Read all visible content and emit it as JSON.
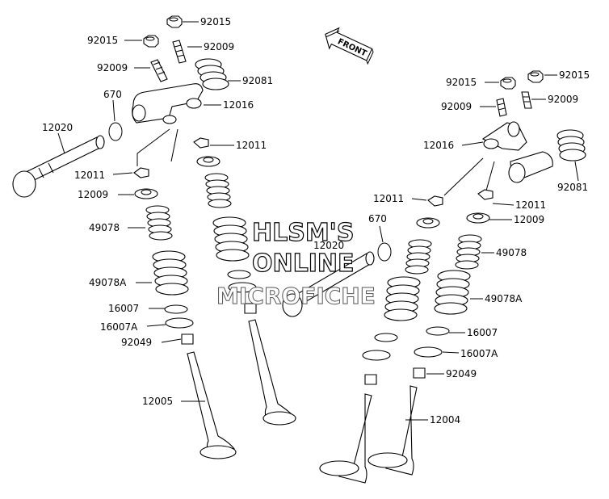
{
  "front_label": "FRONT",
  "watermark": {
    "line1": "HLSM'S",
    "line2": "ONLINE",
    "line3": "MICROFICHE"
  },
  "labels": {
    "l_92015_a": "92015",
    "l_92015_b": "92015",
    "l_92009_a": "92009",
    "l_92009_b": "92009",
    "l_92081_l": "92081",
    "l_670_l": "670",
    "l_12016_l": "12016",
    "l_12020_l": "12020",
    "l_12011_l1": "12011",
    "l_12011_l2": "12011",
    "l_12009_l": "12009",
    "l_49078_l": "49078",
    "l_49078A_l": "49078A",
    "l_16007_l": "16007",
    "l_16007A_l": "16007A",
    "l_92049_l": "92049",
    "l_12005_l": "12005",
    "l_92015_c": "92015",
    "l_92015_d": "92015",
    "l_92009_c": "92009",
    "l_92009_d": "92009",
    "l_12016_r": "12016",
    "l_92081_r": "92081",
    "l_12011_r1": "12011",
    "l_12011_r2": "12011",
    "l_670_r": "670",
    "l_12020_r": "12020",
    "l_12009_r": "12009",
    "l_49078_r": "49078",
    "l_49078A_r": "49078A",
    "l_16007_r": "16007",
    "l_16007A_r": "16007A",
    "l_92049_r": "92049",
    "l_12004_r": "12004"
  }
}
